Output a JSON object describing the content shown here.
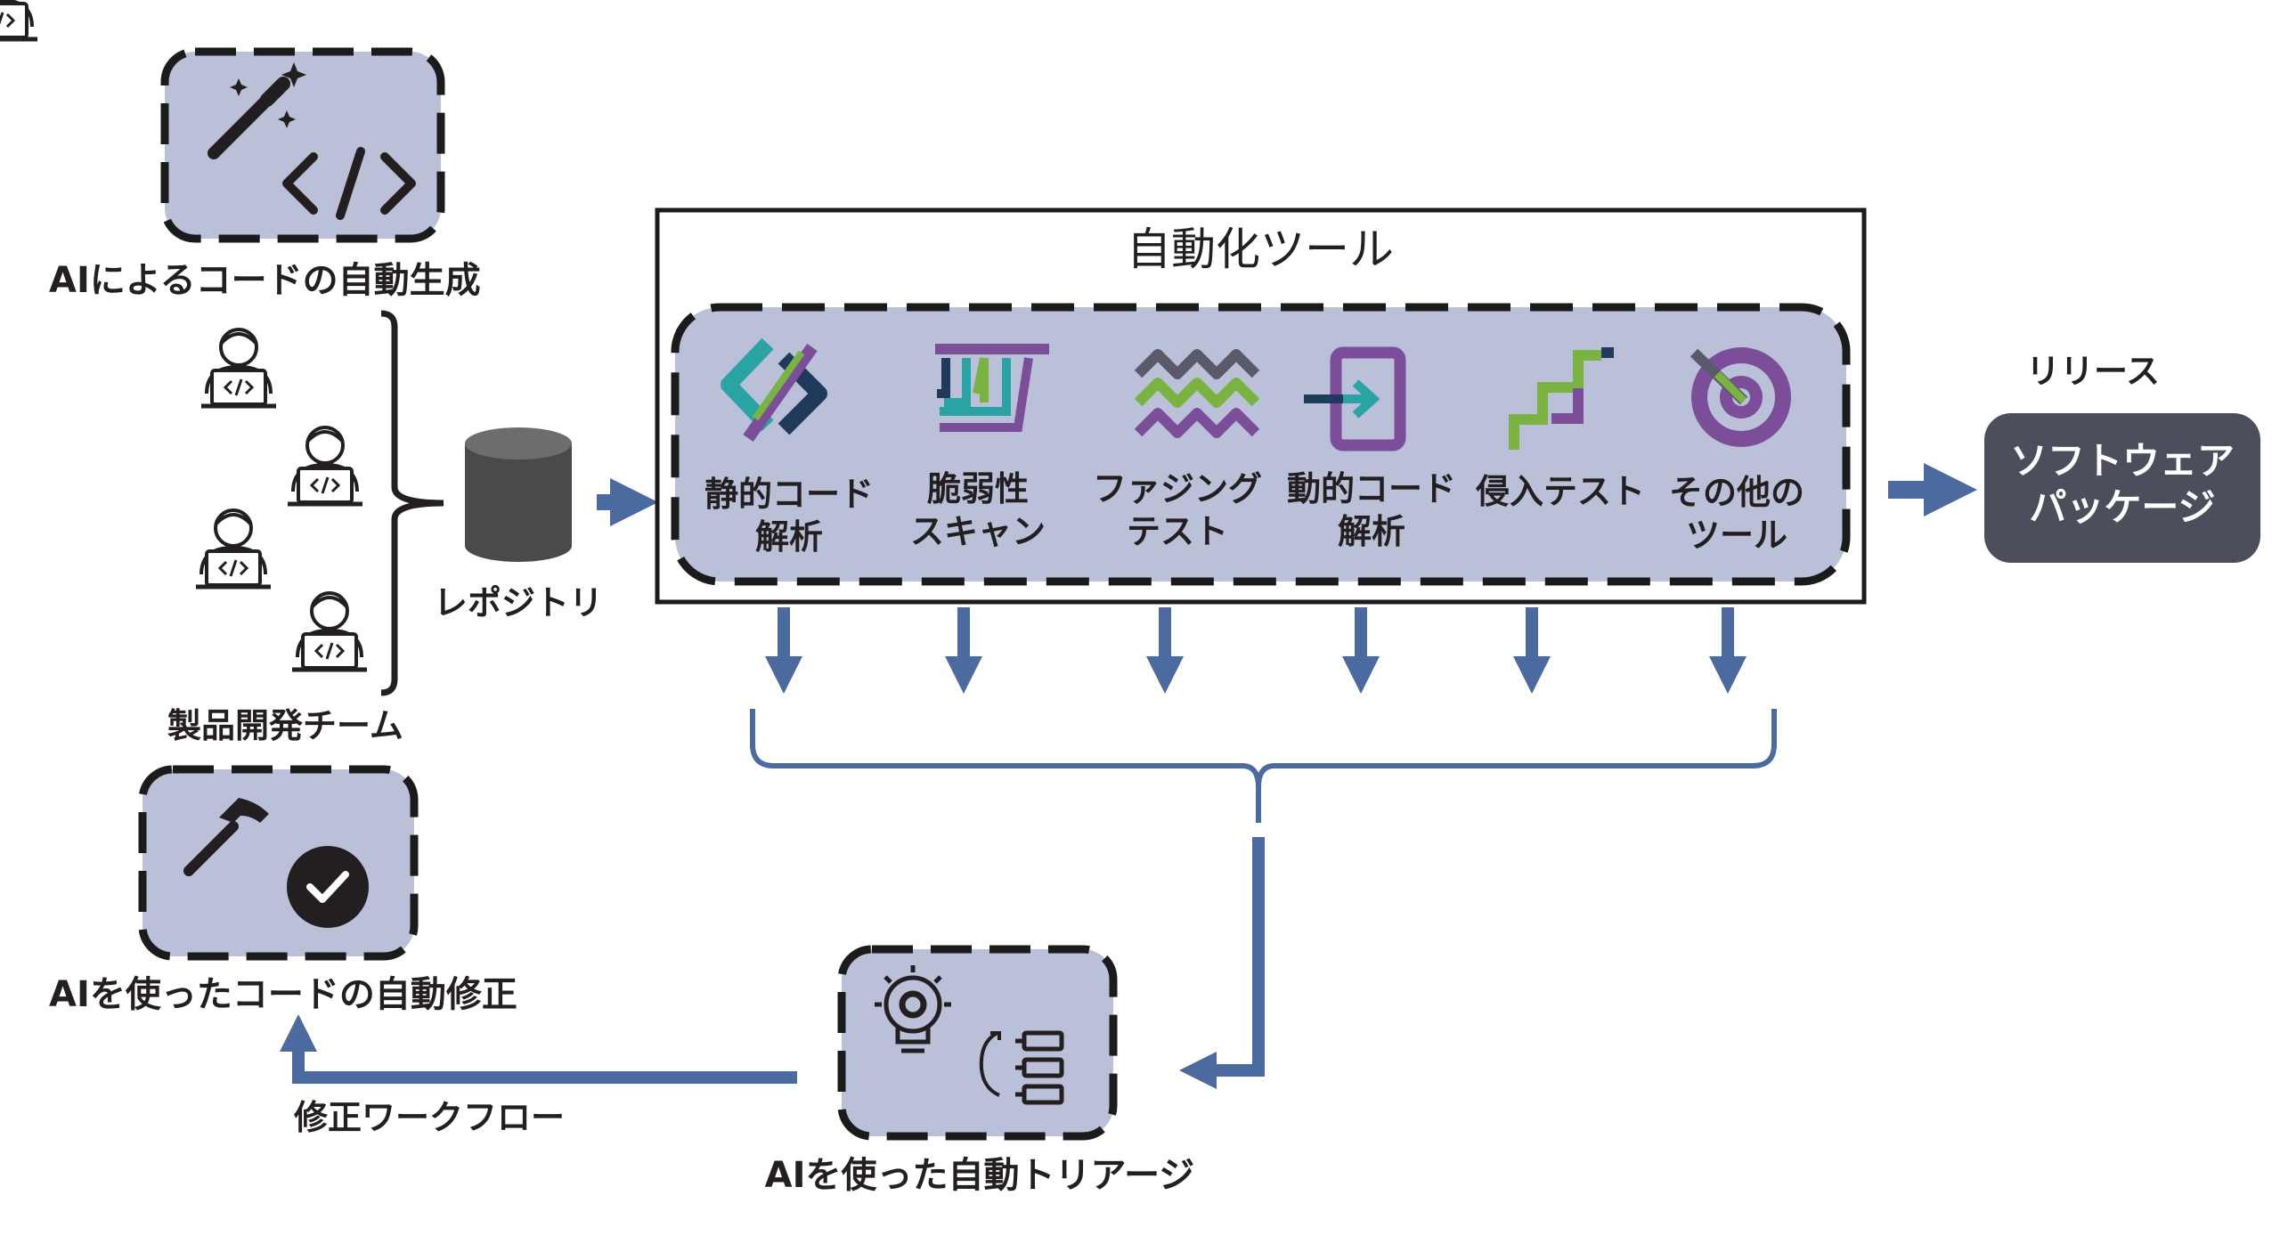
{
  "ai_code_generation": {
    "label": "AIによるコードの自動生成",
    "icon": "magic-wand-code-icon"
  },
  "product_team": {
    "label": "製品開発チーム",
    "member_icon": "developer-laptop-icon",
    "member_count": 4
  },
  "repository": {
    "label": "レポジトリ",
    "icon": "database-cylinder-icon"
  },
  "automation_tools": {
    "title": "自動化ツール",
    "tools": [
      {
        "line1": "静的コード",
        "line2": "解析",
        "icon": "static-analysis-icon"
      },
      {
        "line1": "脆弱性",
        "line2": "スキャン",
        "icon": "vulnerability-scan-icon"
      },
      {
        "line1": "ファジング",
        "line2": "テスト",
        "icon": "fuzzing-icon"
      },
      {
        "line1": "動的コード",
        "line2": "解析",
        "icon": "dynamic-analysis-icon"
      },
      {
        "line1": "侵入テスト",
        "line2": "",
        "icon": "penetration-test-icon"
      },
      {
        "line1": "その他の",
        "line2": "ツール",
        "icon": "target-icon"
      }
    ]
  },
  "release": {
    "label": "リリース",
    "package_line1": "ソフトウェア",
    "package_line2": "パッケージ"
  },
  "ai_triage": {
    "label": "AIを使った自動トリアージ",
    "icon": "lightbulb-gear-list-icon"
  },
  "ai_code_fix": {
    "label": "AIを使ったコードの自動修正",
    "icon": "hammer-check-icon"
  },
  "fix_workflow": {
    "label": "修正ワークフロー"
  },
  "colors": {
    "arrow": "#4a6aa0",
    "box_fill": "#b9c0d8",
    "box_border": "#1b1b1b",
    "package_fill": "#4d4e5c",
    "green": "#7ab342",
    "purple": "#7c4e9a",
    "teal": "#2aa3a4",
    "navy": "#203a5c",
    "dark": "#231f20"
  }
}
